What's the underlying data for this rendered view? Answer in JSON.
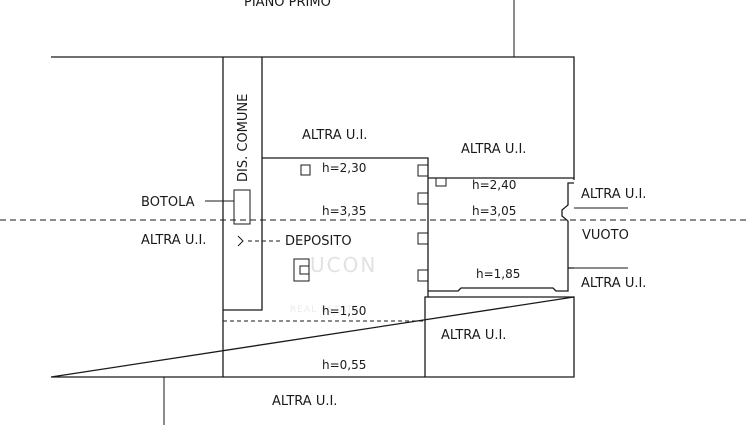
{
  "plan": {
    "floor_title": "PIANO PRIMO",
    "labels": {
      "altra_ui_top": "ALTRA U.I.",
      "altra_ui_top_right": "ALTRA U.I.",
      "altra_ui_right_upper": "ALTRA U.I.",
      "altra_ui_right_lower": "ALTRA U.I.",
      "altra_ui_left": "ALTRA U.I.",
      "altra_ui_mid_right": "ALTRA U.I.",
      "altra_ui_bottom": "ALTRA U.I.",
      "dis_comune": "DIS. COMUNE",
      "botola": "BOTOLA",
      "deposito": "DEPOSITO",
      "vuoto": "VUOTO"
    },
    "heights": {
      "h1": "h=2,30",
      "h2": "h=3,35",
      "h3": "h=2,40",
      "h4": "h=3,05",
      "h5": "h=1,85",
      "h6": "h=1,50",
      "h7": "h=0,55"
    },
    "watermark": {
      "line1": "UCON",
      "line2": "REAL ESTATE"
    }
  }
}
